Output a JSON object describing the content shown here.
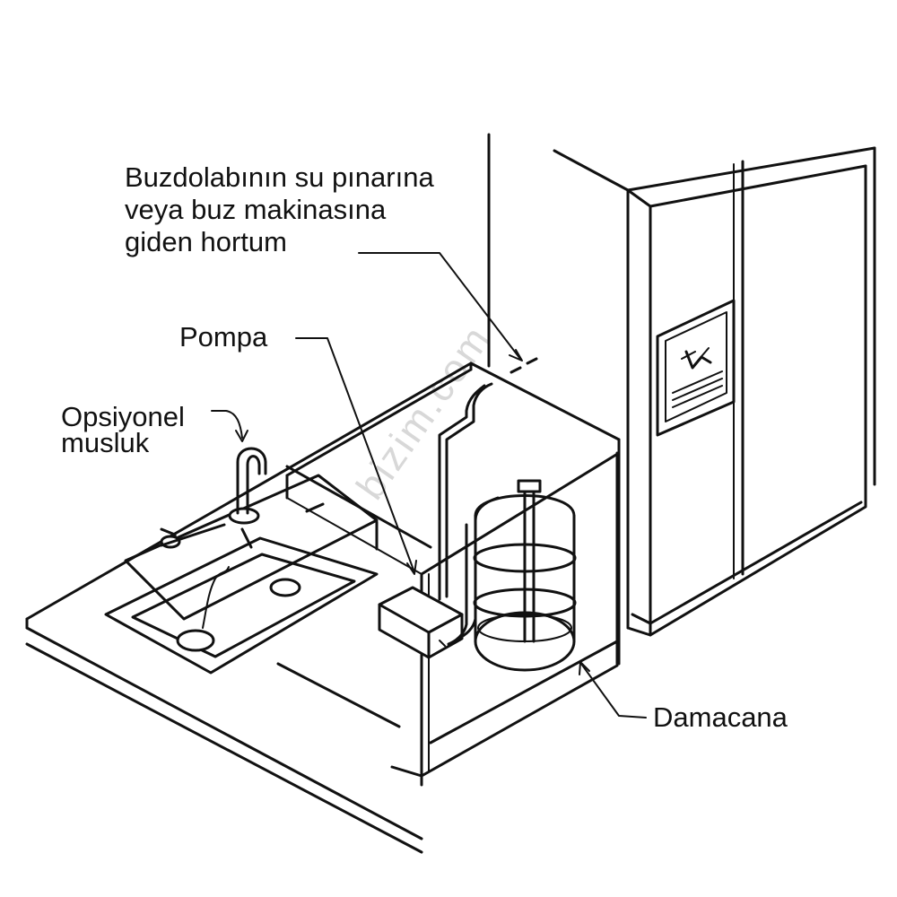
{
  "labels": {
    "hose_line1": "Buzdolabının su pınarına",
    "hose_line2": "veya buz makinasına",
    "hose_line3": "giden hortum",
    "pump": "Pompa",
    "faucet_line1": "Opsiyonel",
    "faucet_line2": "musluk",
    "bottle": "Damacana"
  },
  "watermark": "bizim.com",
  "colors": {
    "line": "#111111",
    "background": "#ffffff",
    "watermark": "#d8d8d8"
  }
}
